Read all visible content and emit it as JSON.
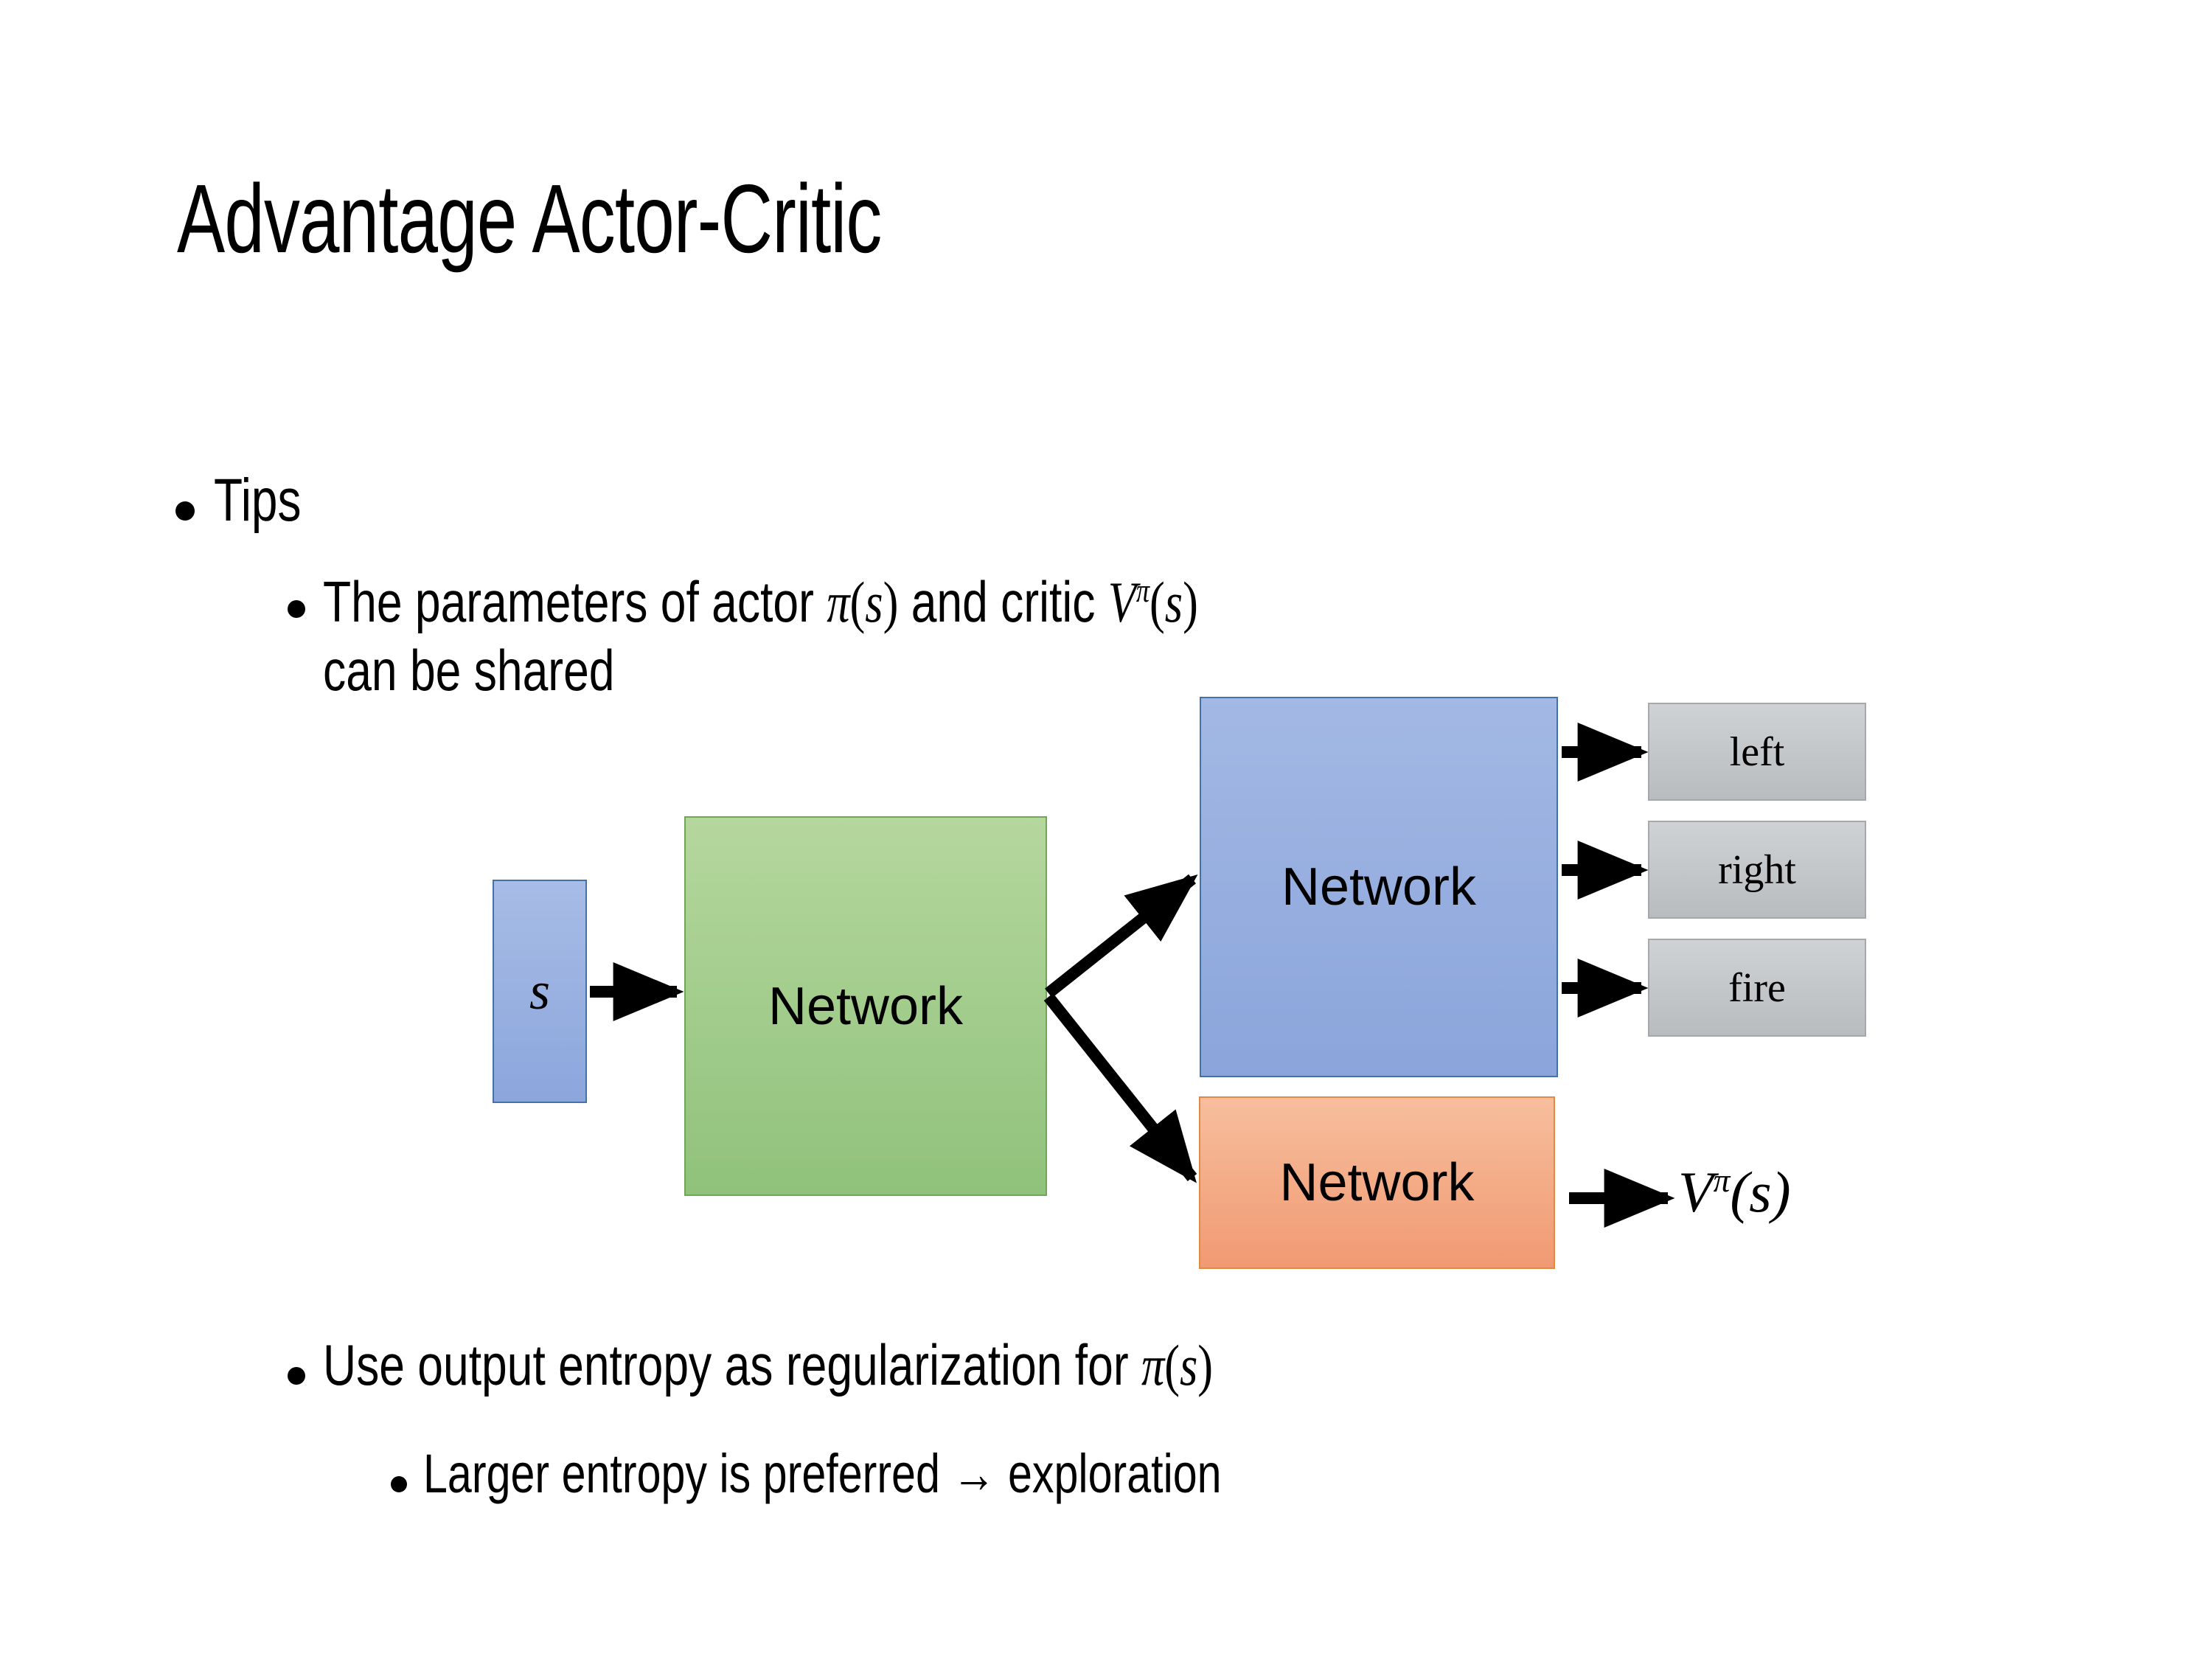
{
  "slide": {
    "title": "Advantage Actor-Critic"
  },
  "bullets": {
    "tips": "Tips",
    "params_prefix": "The parameters of actor ",
    "params_actor_math": "π(s)",
    "params_middle": "  and critic ",
    "params_critic_math": "Vπ(s)",
    "params_suffix": "can be shared",
    "entropy_prefix": "Use output entropy as regularization for ",
    "entropy_math": "π(s)",
    "larger": "Larger entropy is preferred → exploration"
  },
  "diagram": {
    "state_label": "s",
    "shared_network_label": "Network",
    "actor_network_label": "Network",
    "critic_network_label": "Network",
    "actions": [
      "left",
      "right",
      "fire"
    ],
    "critic_output_base": "V",
    "critic_output_sup": "π",
    "critic_output_arg": "(s)",
    "colors": {
      "state_box": "#8CA6DC",
      "shared_box": "#90C27B",
      "actor_box": "#8BA5DB",
      "critic_box": "#F09A72",
      "action_box": "#B9BCBE",
      "arrow": "#000000",
      "background": "#FFFFFF"
    }
  }
}
